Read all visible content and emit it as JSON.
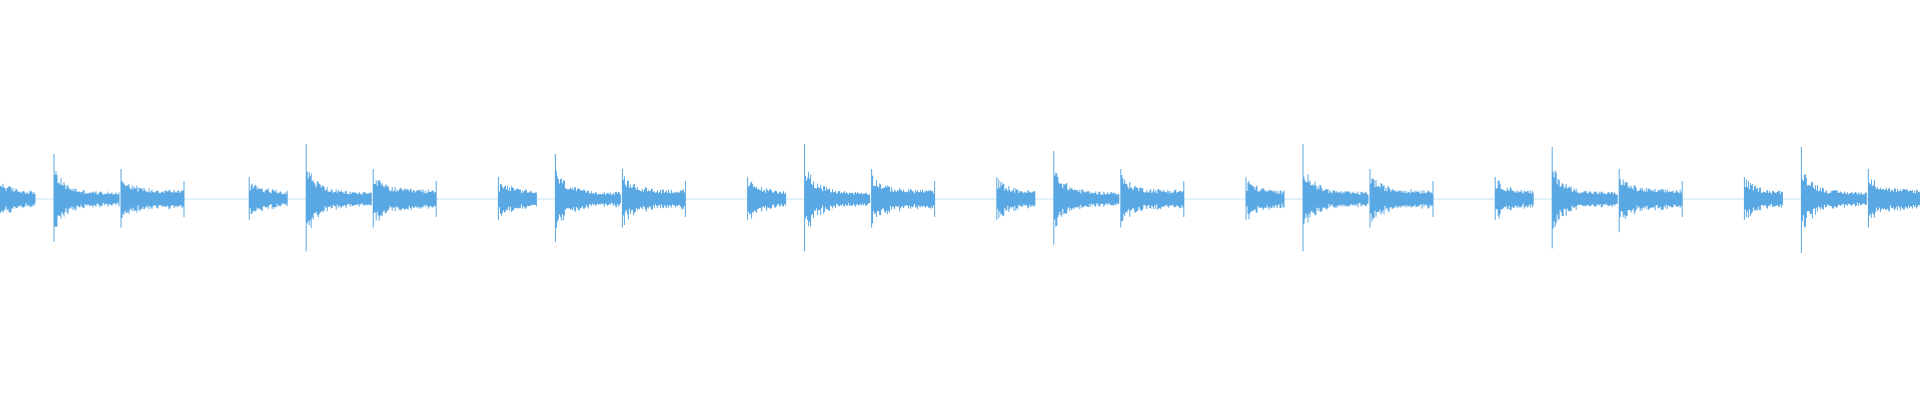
{
  "waveform": {
    "color": "#5aa8e3",
    "background": "#ffffff",
    "bar_count": 8,
    "hits_per_bar": 3,
    "hit_peak_amplitudes": [
      0.22,
      0.5,
      0.3
    ],
    "bar_peak_amplitudes": [
      [
        0.22,
        0.45,
        0.3
      ],
      [
        0.22,
        0.55,
        0.3
      ],
      [
        0.22,
        0.45,
        0.3
      ],
      [
        0.22,
        0.55,
        0.3
      ],
      [
        0.22,
        0.48,
        0.3
      ],
      [
        0.22,
        0.55,
        0.3
      ],
      [
        0.22,
        0.52,
        0.3
      ],
      [
        0.22,
        0.52,
        0.3
      ]
    ]
  }
}
